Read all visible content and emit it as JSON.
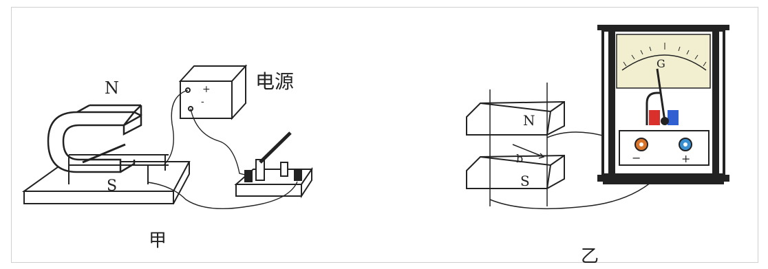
{
  "figure_jia": {
    "magnet_north": "N",
    "magnet_south": "S",
    "power_supply_label": "电源",
    "power_supply_plus": "+",
    "power_supply_minus": "-",
    "caption": "甲"
  },
  "figure_yi": {
    "magnet_north": "N",
    "magnet_south": "S",
    "gap_label": "b",
    "galvanometer_label": "G",
    "terminal_minus": "−",
    "terminal_plus": "+",
    "caption": "乙"
  },
  "colors": {
    "terminal_orange": "#d9742b",
    "terminal_blue": "#3a8fd0",
    "needle_red": "#d9302b",
    "needle_blue": "#2f5fd0",
    "scale_cream": "#f1efcf"
  }
}
